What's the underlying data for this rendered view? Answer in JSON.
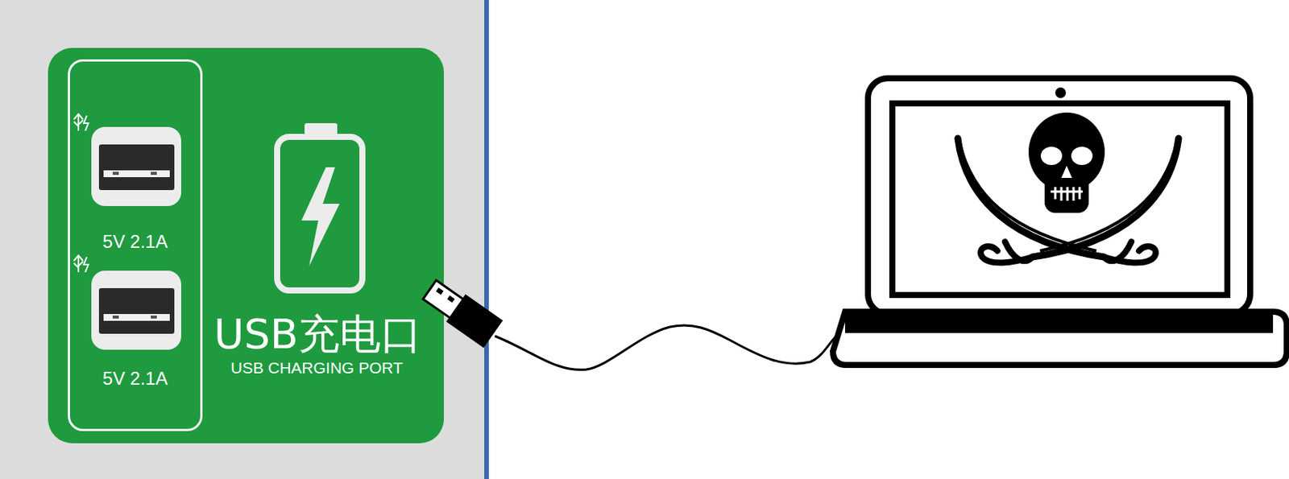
{
  "diagram": {
    "nodes": [
      {
        "text": [
          "USB充电口",
          "USB CHARGING PORT"
        ]
      },
      {
        "text": [
          "5V 2.1A",
          "5V 2.1A"
        ],
        "in": 0
      }
    ]
  }
}
